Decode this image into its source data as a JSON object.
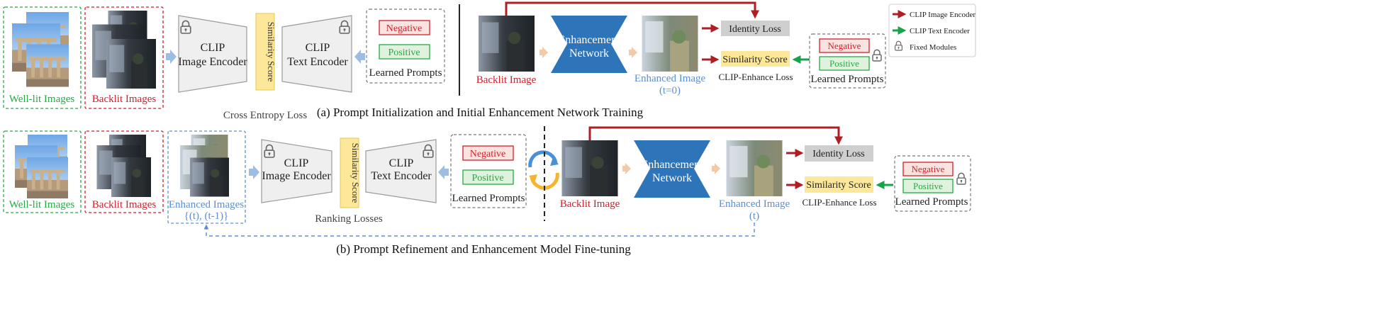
{
  "row_a": {
    "well_lit_label": "Well-lit Images",
    "backlit_label": "Backlit Images",
    "image_encoder": [
      "CLIP",
      "Image Encoder"
    ],
    "similarity": "Similarity Score",
    "text_encoder": [
      "CLIP",
      "Text Encoder"
    ],
    "negative": "Negative",
    "positive": "Positive",
    "learned_prompts": "Learned Prompts",
    "loss": "Cross Entropy Loss",
    "backlit_image": "Backlit Image",
    "enhancement_network": [
      "Enhancement",
      "Network"
    ],
    "enhanced_image": [
      "Enhanced Image",
      "(t=0)"
    ],
    "identity_loss": "Identity Loss",
    "similarity_score": "Similarity Score",
    "clip_enhance_loss": "CLIP-Enhance Loss",
    "caption": "(a) Prompt Initialization and Initial Enhancement Network Training"
  },
  "row_b": {
    "well_lit_label": "Well-lit Images",
    "backlit_label": "Backlit Images",
    "enhanced_images": [
      "Enhanced Images",
      "{(t), (t-1)}"
    ],
    "image_encoder": [
      "CLIP",
      "Image Encoder"
    ],
    "similarity": "Similarity Score",
    "text_encoder": [
      "CLIP",
      "Text Encoder"
    ],
    "negative": "Negative",
    "positive": "Positive",
    "learned_prompts": "Learned Prompts",
    "loss": "Ranking Losses",
    "backlit_image": "Backlit Image",
    "enhancement_network": [
      "Enhancement",
      "Network"
    ],
    "enhanced_image": [
      "Enhanced Image",
      "(t)"
    ],
    "identity_loss": "Identity Loss",
    "similarity_score": "Similarity Score",
    "clip_enhance_loss": "CLIP-Enhance Loss",
    "caption": "(b) Prompt Refinement and Enhancement Model Fine-tuning"
  },
  "legend": {
    "image_encoder": "CLIP Image Encoder",
    "text_encoder": "CLIP Text Encoder",
    "fixed_modules": "Fixed Modules"
  },
  "colors": {
    "green": "#27a845",
    "red": "#d11f2a",
    "blue_label": "#5b8fd0",
    "network_blue": "#2e74b8",
    "dark_red_arrow": "#b01e22",
    "green_arrow": "#16a34a",
    "gray_box": "#cfcfcf",
    "yellow_box": "#fde89a"
  }
}
